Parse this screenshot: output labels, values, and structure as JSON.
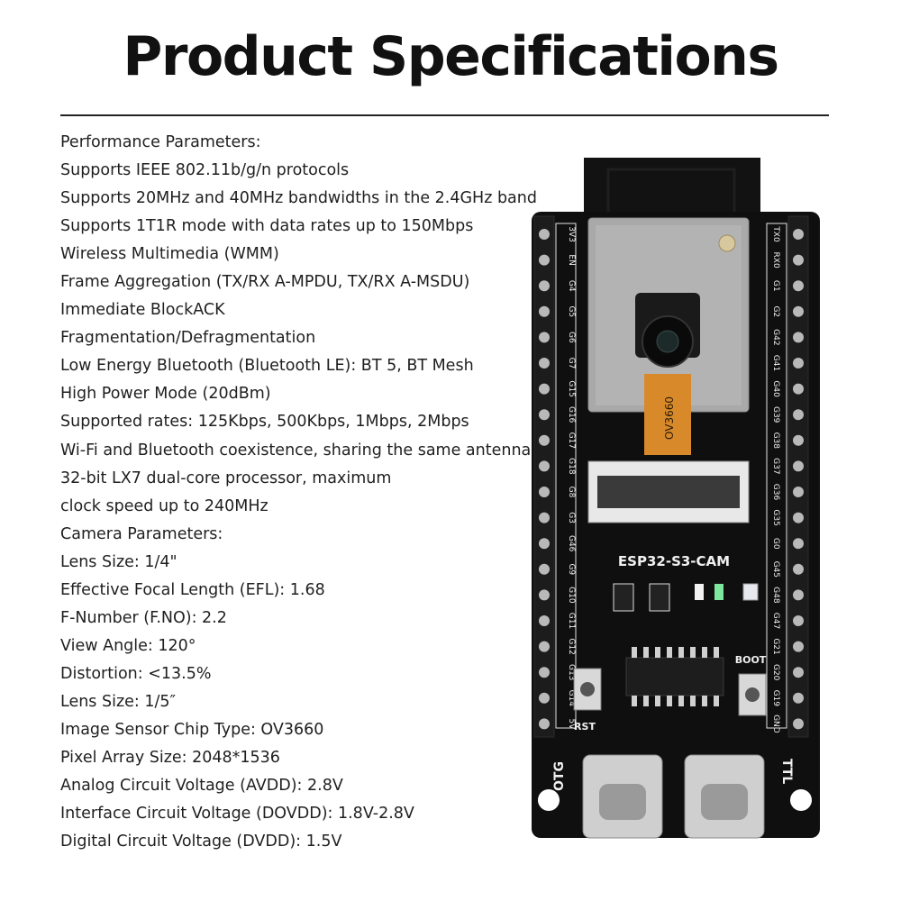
{
  "title": "Product Specifications",
  "specs": [
    "Performance Parameters:",
    "Supports IEEE 802.11b/g/n protocols",
    "Supports 20MHz and 40MHz bandwidths in the 2.4GHz band",
    "Supports 1T1R mode with data rates up to 150Mbps",
    "Wireless Multimedia (WMM)",
    "Frame Aggregation (TX/RX A-MPDU, TX/RX A-MSDU)",
    "Immediate BlockACK",
    "Fragmentation/Defragmentation",
    "Low Energy Bluetooth (Bluetooth LE): BT 5, BT Mesh",
    "High Power Mode (20dBm)",
    "Supported rates: 125Kbps, 500Kbps, 1Mbps, 2Mbps",
    "Wi-Fi and Bluetooth coexistence, sharing the same antenna",
    "32-bit LX7 dual-core processor, maximum",
    "clock speed up to 240MHz",
    "Camera Parameters:",
    "Lens Size: 1/4\"",
    "Effective Focal Length (EFL): 1.68",
    "F-Number (F.NO): 2.2",
    "View Angle: 120°",
    "Distortion: <13.5%",
    "Lens Size: 1/5″",
    "Image Sensor Chip Type: OV3660",
    "Pixel Array Size: 2048*1536",
    "Analog Circuit Voltage (AVDD): 2.8V",
    "Interface Circuit Voltage (DOVDD): 1.8V-2.8V",
    "Digital Circuit Voltage (DVDD): 1.5V"
  ],
  "board": {
    "name": "ESP32-S3-CAM",
    "camera_label": "OV3660",
    "left_pins": [
      "3V3",
      "EN",
      "G4",
      "G5",
      "G6",
      "G7",
      "G15",
      "G16",
      "G17",
      "G18",
      "G8",
      "G3",
      "G46",
      "G9",
      "G10",
      "G11",
      "G12",
      "G13",
      "G14",
      "5V"
    ],
    "right_pins": [
      "TX0",
      "RX0",
      "G1",
      "G2",
      "G42",
      "G41",
      "G40",
      "G39",
      "G38",
      "G37",
      "G36",
      "G35",
      "G0",
      "G45",
      "G48",
      "G47",
      "G21",
      "G20",
      "G19",
      "GND"
    ],
    "rst_label": "RST",
    "boot_label": "BOOT",
    "otg_label": "OTG",
    "ttl_label": "TTL",
    "colors": {
      "pcb": "#0f0f10",
      "header": "#1c1c1c",
      "pin": "#b9b9b9",
      "module": "#a9a9a9",
      "ribbon": "#d88a2a",
      "usb": "#cfcfcf"
    }
  }
}
